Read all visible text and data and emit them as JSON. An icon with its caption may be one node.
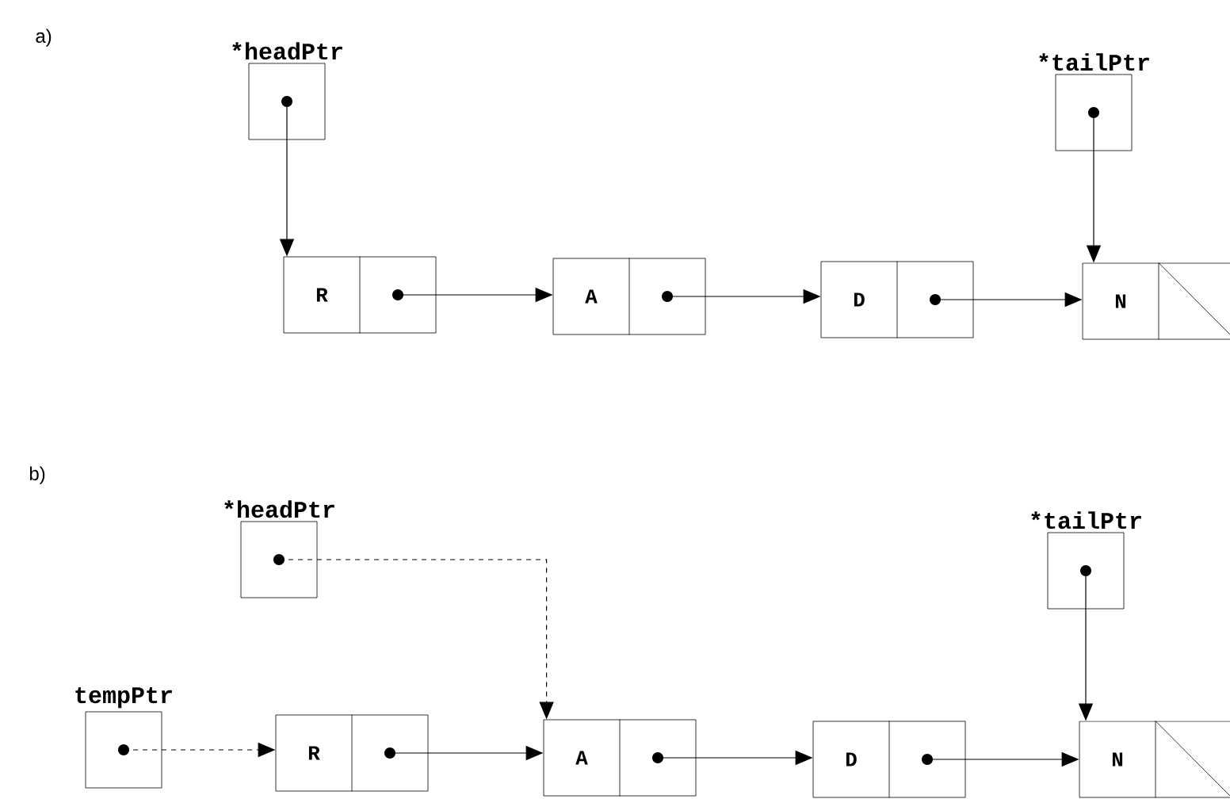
{
  "diagram": {
    "nodes": [
      {
        "text": [
          "*headPtr"
        ]
      },
      {
        "text": [
          "*tailPtr"
        ]
      },
      {
        "text": [
          "R"
        ]
      },
      {
        "text": [
          "A"
        ]
      },
      {
        "text": [
          "D"
        ]
      },
      {
        "text": [
          "N"
        ]
      },
      {
        "text": [
          "*headPtr"
        ]
      },
      {
        "text": [
          "*tailPtr"
        ]
      },
      {
        "text": [
          "tempPtr"
        ]
      },
      {
        "text": [
          "R"
        ]
      },
      {
        "text": [
          "A"
        ]
      },
      {
        "text": [
          "D"
        ]
      },
      {
        "text": [
          "N"
        ]
      }
    ],
    "edges": [
      {
        "from": 0,
        "to": 2,
        "arrow": "to"
      },
      {
        "from": 1,
        "to": 5,
        "arrow": "to"
      },
      {
        "from": 2,
        "to": 3,
        "arrow": "to"
      },
      {
        "from": 3,
        "to": 4,
        "arrow": "to"
      },
      {
        "from": 4,
        "to": 5,
        "arrow": "to"
      },
      {
        "from": 6,
        "to": 10,
        "arrow": "to",
        "style": "dashed"
      },
      {
        "from": 7,
        "to": 12,
        "arrow": "to"
      },
      {
        "from": 8,
        "to": 9,
        "arrow": "to",
        "style": "dashed"
      },
      {
        "from": 9,
        "to": 10,
        "arrow": "to"
      },
      {
        "from": 10,
        "to": 11,
        "arrow": "to"
      },
      {
        "from": 11,
        "to": 12,
        "arrow": "to"
      }
    ],
    "labels": [
      "a)",
      "b)"
    ]
  }
}
